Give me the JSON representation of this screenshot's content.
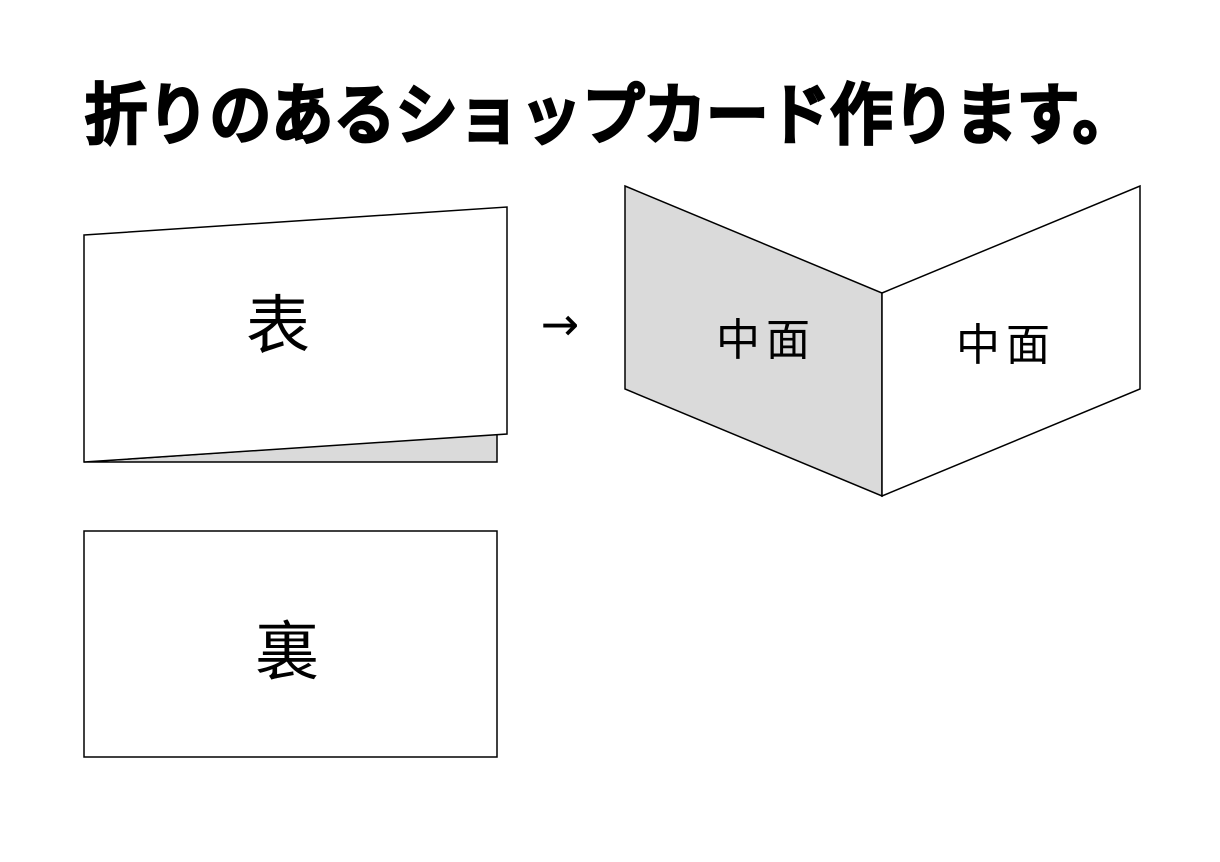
{
  "title": "折りのあるショップカード作ります。",
  "front_card": {
    "label": "表"
  },
  "back_card": {
    "label": "裏"
  },
  "arrow": {
    "glyph": "→"
  },
  "open_card": {
    "left_label": "中面",
    "right_label": "中面"
  },
  "colors": {
    "stroke": "#000000",
    "panel_fill": "#ffffff",
    "shade_fill": "#dadada"
  }
}
